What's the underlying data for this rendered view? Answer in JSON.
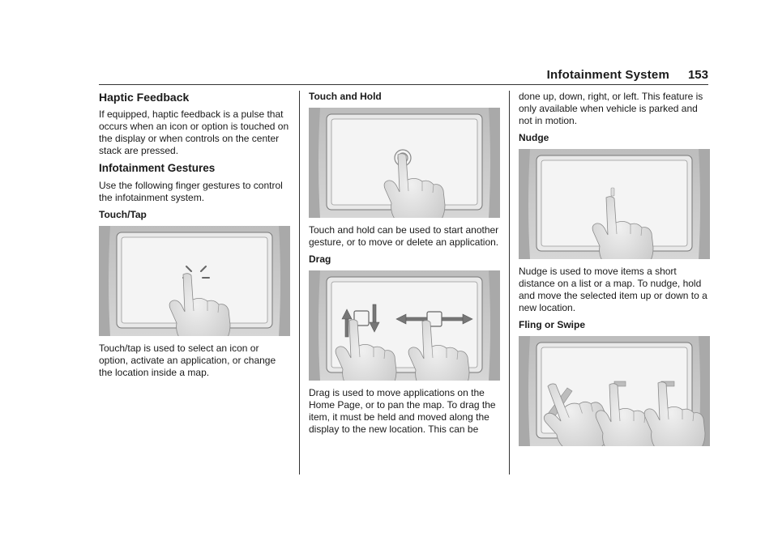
{
  "header": {
    "section_title": "Infotainment System",
    "page_number": "153"
  },
  "col1": {
    "heading_haptic": "Haptic Feedback",
    "haptic_text": "If equipped, haptic feedback is a pulse that occurs when an icon or option is touched on the display or when controls on the center stack are pressed.",
    "heading_gestures": "Infotainment Gestures",
    "gestures_text": "Use the following finger gestures to control the infotainment system.",
    "touch_tap_label": "Touch/Tap",
    "touch_tap_text": "Touch/tap is used to select an icon or option, activate an application, or change the location inside a map."
  },
  "col2": {
    "touch_hold_label": "Touch and Hold",
    "touch_hold_text": "Touch and hold can be used to start another gesture, or to move or delete an application.",
    "drag_label": "Drag",
    "drag_text": "Drag is used to move applications on the Home Page, or to pan the map. To drag the item, it must be held and moved along the display to the new location. This can be"
  },
  "col3": {
    "drag_text_cont": "done up, down, right, or left. This feature is only available when vehicle is parked and not in motion.",
    "nudge_label": "Nudge",
    "nudge_text": "Nudge is used to move items a short distance on a list or a map. To nudge, hold and move the selected item up or down to a new location.",
    "fling_label": "Fling or Swipe"
  },
  "colors": {
    "bezel": "#c8c8c8",
    "screen": "#f2f2f2",
    "hand": "#dedede",
    "outline": "#555555"
  }
}
